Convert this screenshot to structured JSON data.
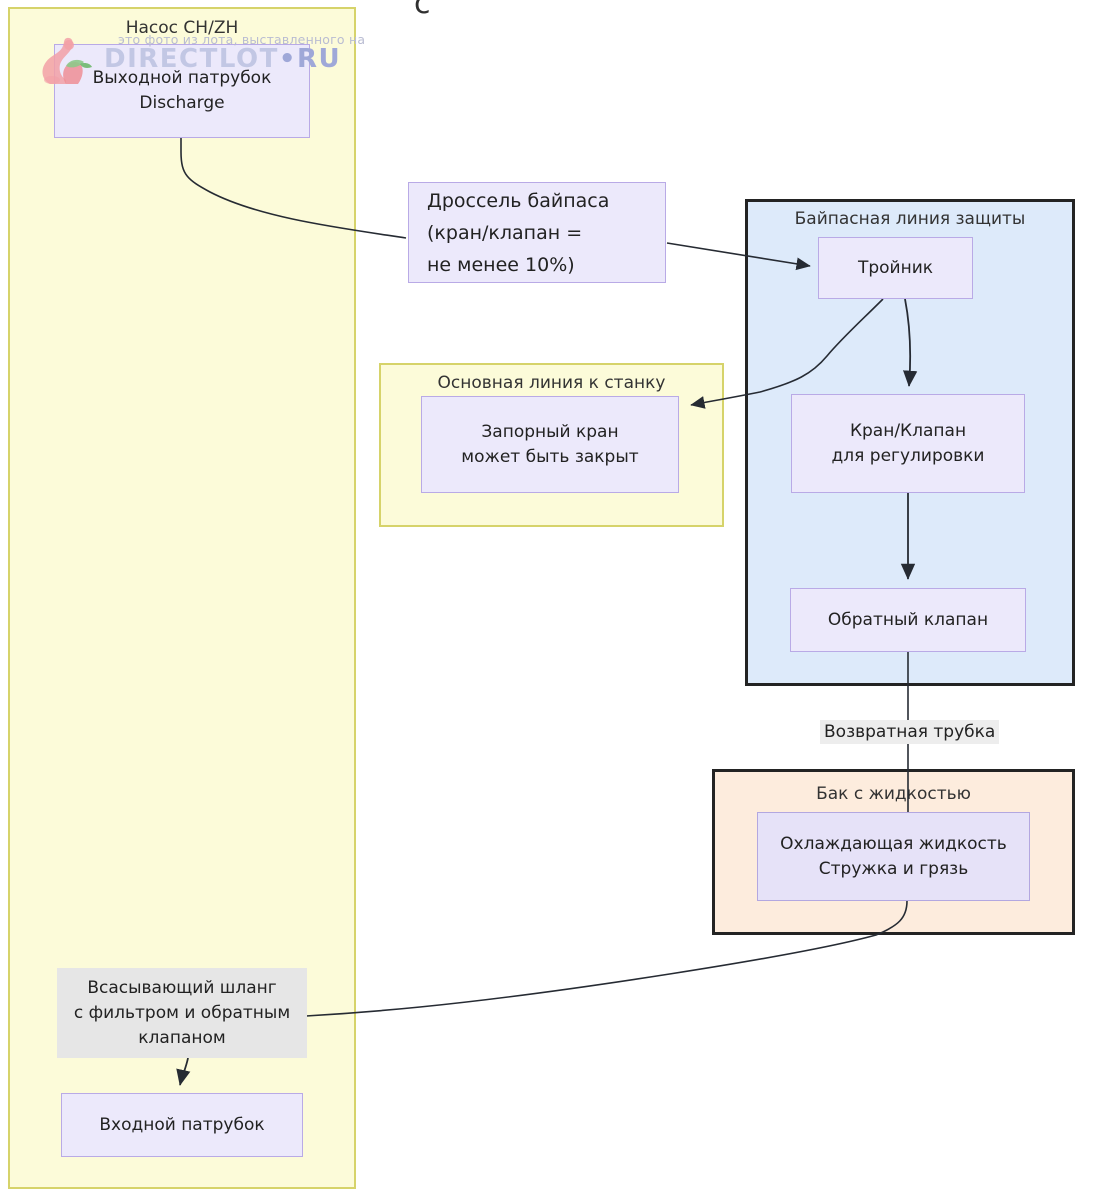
{
  "diagram": {
    "type": "flowchart",
    "title_fragment": "c",
    "containers": [
      {
        "id": "pump",
        "label": "Насос CH/ZH",
        "fill": "#fcfbd9",
        "stroke": "#d6d36a"
      },
      {
        "id": "main-line",
        "label": "Основная линия к станку",
        "fill": "#fcfbd9",
        "stroke": "#d6d36a"
      },
      {
        "id": "bypass-line",
        "label": "Байпасная линия защиты",
        "fill": "#ddeafa",
        "stroke": "#232323"
      },
      {
        "id": "tank",
        "label": "Бак с жидкостью",
        "fill": "#fdecdd",
        "stroke": "#232323"
      }
    ],
    "nodes": [
      {
        "id": "discharge",
        "lines": [
          "Выходной патрубок",
          "Discharge"
        ]
      },
      {
        "id": "throttle",
        "lines": [
          "Дроссель байпаса",
          "(кран/клапан =",
          "не менее 10%)"
        ]
      },
      {
        "id": "tee",
        "lines": [
          "Тройник"
        ]
      },
      {
        "id": "shutoff",
        "lines": [
          "Запорный кран",
          "может быть закрыт"
        ]
      },
      {
        "id": "regulator",
        "lines": [
          "Кран/Клапан",
          "для регулировки"
        ]
      },
      {
        "id": "check-valve",
        "lines": [
          "Обратный клапан"
        ]
      },
      {
        "id": "coolant",
        "lines": [
          "Охлаждающая жидкость",
          "Стружка и грязь"
        ]
      },
      {
        "id": "suction",
        "lines": [
          "Всасывающий шланг",
          "с фильтром и обратным",
          "клапаном"
        ]
      },
      {
        "id": "inlet",
        "lines": [
          "Входной патрубок"
        ]
      }
    ],
    "edge_labels": [
      {
        "id": "return-pipe",
        "text": "Возвратная трубка"
      }
    ],
    "colors": {
      "node_fill": "#ece9fb",
      "node_stroke": "#b9aae6",
      "edge_stroke": "#262b33",
      "text": "#222222"
    }
  },
  "watermark": {
    "caption": "это фото из лота, выставленного на",
    "brand": "DIRECTLOT",
    "dot": "•",
    "tld": "RU"
  }
}
